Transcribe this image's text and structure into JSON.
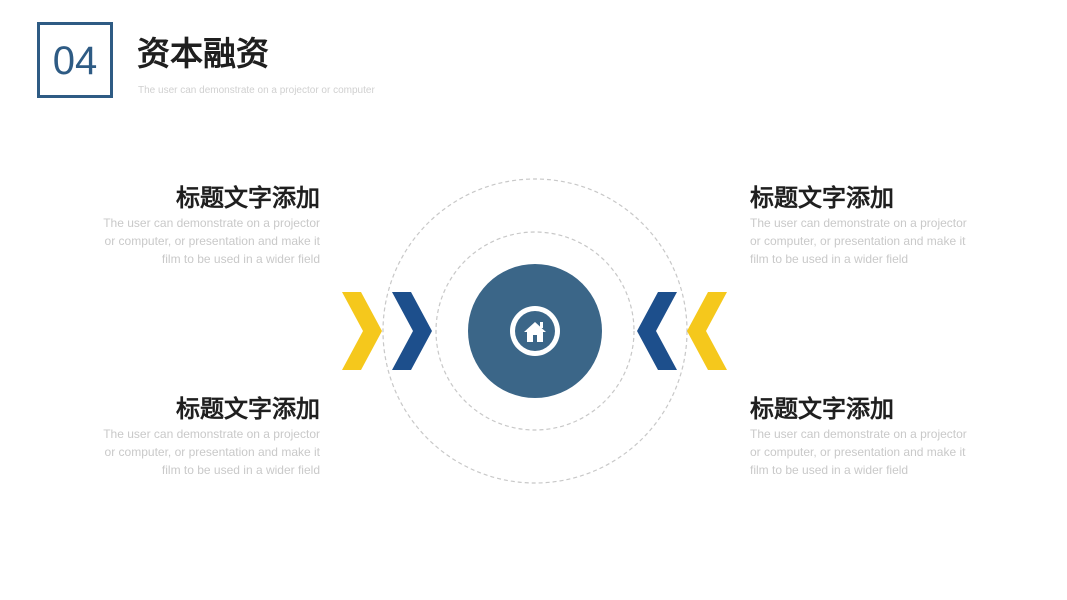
{
  "header": {
    "number": "04",
    "title": "资本融资",
    "subtitle": "The user can demonstrate on a projector or computer"
  },
  "blocks": [
    {
      "title": "标题文字添加",
      "description": "The user can demonstrate on a projector or computer, or presentation and make it film to be used in a wider field"
    },
    {
      "title": "标题文字添加",
      "description": "The user can demonstrate on a projector or computer, or presentation and make it film to be used in a wider field"
    },
    {
      "title": "标题文字添加",
      "description": "The user can demonstrate on a projector or computer, or presentation and make it film to be used in a wider field"
    },
    {
      "title": "标题文字添加",
      "description": "The user can demonstrate on a projector or computer, or presentation and make it film to be used in a wider field"
    }
  ],
  "center": {
    "icon": "home-icon"
  },
  "colors": {
    "navy": "#2e5b84",
    "blue_chevron": "#1d4f8c",
    "yellow": "#f5c81c",
    "circle_fill": "#3b6688",
    "dashed": "#c8c8c8",
    "title_text": "#1f1f1f",
    "body_text": "#c9c9c9"
  }
}
